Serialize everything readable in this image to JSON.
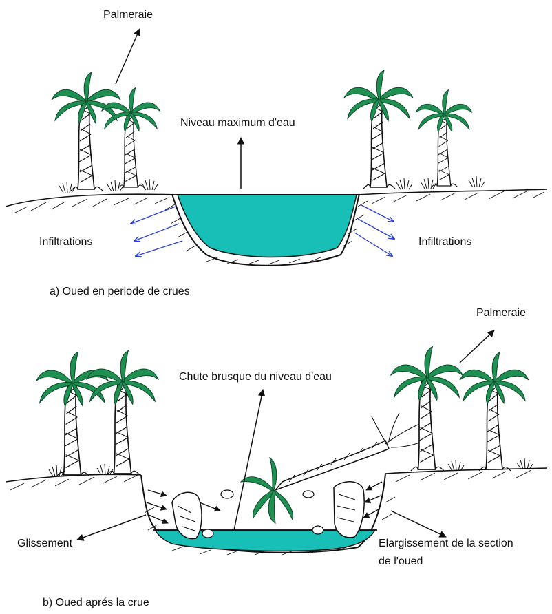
{
  "colors": {
    "water": "#17bfb7",
    "foliage": "#1f8f52",
    "ink": "#111111",
    "infiltration_arrow": "#2a3fd6"
  },
  "panel_a": {
    "caption": "a) Oued en periode de crues",
    "label_palmeraie": "Palmeraie",
    "label_niveau": "Niveau maximum d'eau",
    "label_infiltrations_left": "Infiltrations",
    "label_infiltrations_right": "Infiltrations"
  },
  "panel_b": {
    "caption": "b) Oued aprés la crue",
    "label_palmeraie": "Palmeraie",
    "label_chute": "Chute brusque du niveau d'eau",
    "label_glissement": "Glissement",
    "label_elargissement_line1": "Elargissement de la section",
    "label_elargissement_line2": "de l'oued"
  }
}
